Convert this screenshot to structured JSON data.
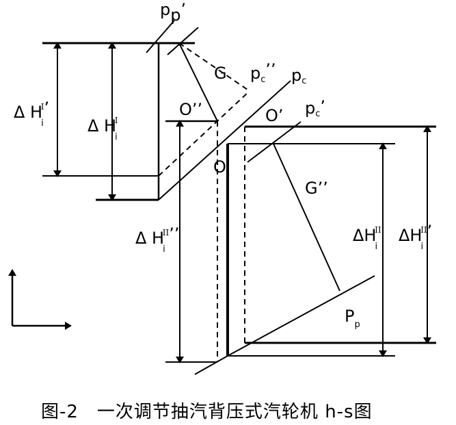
{
  "labels": {
    "pp_main": "p",
    "pp_sub": "p",
    "pp_prime": "’",
    "G": "G",
    "pc2_main": "p",
    "pc2_sub": "c",
    "pc2_prime": "’’",
    "pc_main": "p",
    "pc_sub": "c",
    "O2": "O’’",
    "O1": "O’",
    "pc1_main": "p",
    "pc1_sub": "c",
    "pc1_prime": "’",
    "O": "O",
    "G2": "G’’",
    "Pp_main": "P",
    "Pp_sub": "p"
  },
  "dh": {
    "a_main": "Δ H",
    "a_sub": "i",
    "a_sup": "I",
    "a_prime": "’",
    "b_main": "Δ H",
    "b_sub": "i",
    "b_sup": "I",
    "c_main": "Δ H",
    "c_sub": "i",
    "c_sup": "II",
    "c_prime": "’’",
    "d_main": "ΔH",
    "d_sub": "i",
    "d_sup": "II",
    "e_main": "ΔH",
    "e_sub": "i",
    "e_sup": "II",
    "e_prime": "’"
  },
  "caption": "图-2　一次调节抽汽背压式汽轮机 h-s图"
}
